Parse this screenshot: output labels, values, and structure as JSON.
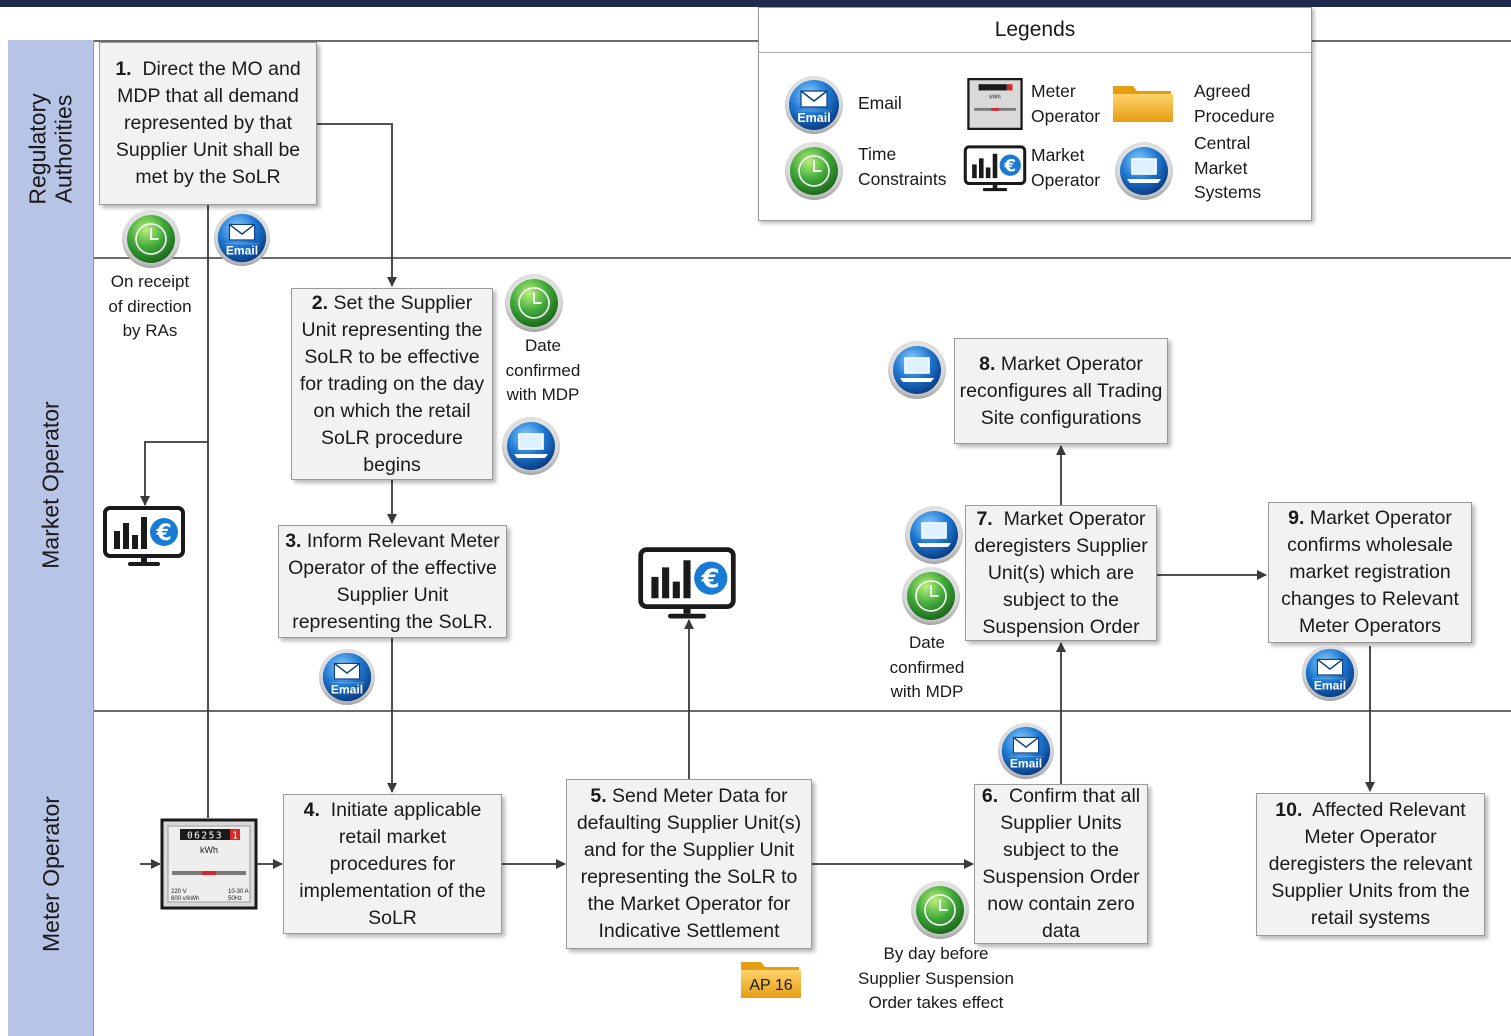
{
  "lanes": {
    "regulatory": "Regulatory Authorities",
    "market_operator": "Market Operator",
    "meter_operator": "Meter Operator"
  },
  "legend": {
    "title": "Legends",
    "email": "Email",
    "time_line1": "Time",
    "time_line2": "Constraints",
    "meter_line1": "Meter",
    "meter_line2": "Operator",
    "market_line1": "Market",
    "market_line2": "Operator",
    "agreed_line1": "Agreed",
    "agreed_line2": "Procedure",
    "central_line1": "Central",
    "central_line2": "Market",
    "central_line3": "Systems"
  },
  "icons": {
    "email_label": "Email",
    "ap_label": "AP 16",
    "meter_digits": "06253",
    "meter_last_digit": "1",
    "meter_unit": "kWh",
    "meter_spec_left_1": "220 V",
    "meter_spec_left_2": "600 v/kWh",
    "meter_spec_right_1": "10-30 A",
    "meter_spec_right_2": "50Hz"
  },
  "steps": [
    {
      "num": "1.",
      "text": "Direct the MO and MDP that all demand represented by that Supplier Unit shall be met by the SoLR"
    },
    {
      "num": "2.",
      "text": "Set the Supplier Unit representing the SoLR to be effective for trading on the day on which the retail SoLR procedure begins"
    },
    {
      "num": "3.",
      "text": "Inform Relevant Meter Operator of the effective Supplier Unit representing the SoLR."
    },
    {
      "num": "4.",
      "text": "Initiate applicable retail market procedures for implementation of the SoLR"
    },
    {
      "num": "5.",
      "text": "Send Meter Data for defaulting Supplier Unit(s) and for the Supplier Unit representing the SoLR  to the Market Operator for Indicative Settlement"
    },
    {
      "num": "6.",
      "text": "Confirm that all Supplier Units subject to the Suspension Order now contain zero data"
    },
    {
      "num": "7.",
      "text": "Market Operator deregisters Supplier Unit(s) which are subject to the Suspension Order"
    },
    {
      "num": "8.",
      "text": "Market Operator reconfigures all Trading Site configurations"
    },
    {
      "num": "9.",
      "text": "Market Operator confirms wholesale market registration changes to Relevant Meter Operators"
    },
    {
      "num": "10.",
      "text": "Affected Relevant Meter Operator deregisters the relevant Supplier Units from the retail systems"
    }
  ],
  "notes": {
    "on_receipt": "On receipt of direction by RAs",
    "date_confirmed_2": "Date confirmed with MDP",
    "date_confirmed_7": "Date confirmed with MDP",
    "by_day_before": "By day before Supplier Suspension Order takes effect"
  },
  "colors": {
    "lane_label_bg": "#b8c4e6",
    "top_bar": "#1f2b4d",
    "box_bg": "#f2f2f2",
    "email_blue": "#1e78d2",
    "clock_green": "#3fa83a",
    "folder_orange": "#f3b73b",
    "euro_blue": "#1a7bd6"
  }
}
